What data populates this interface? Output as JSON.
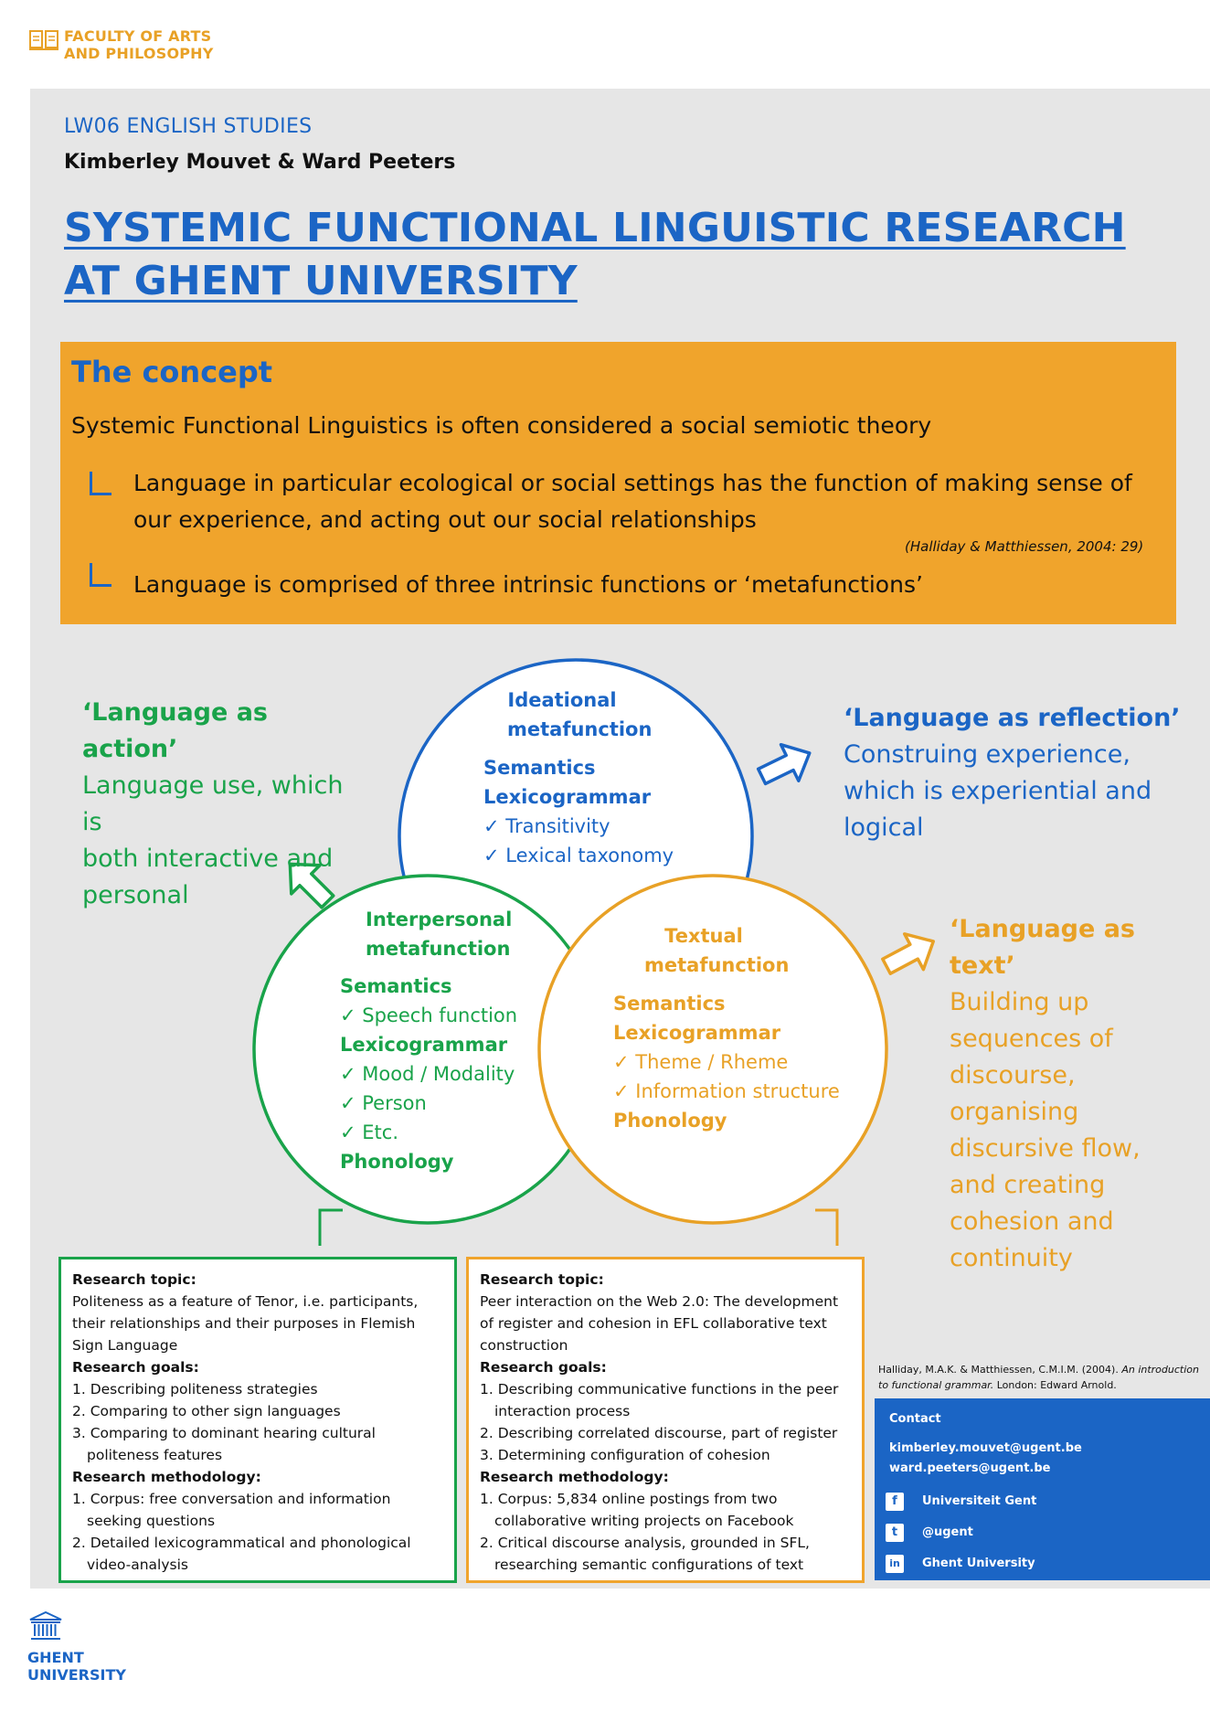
{
  "header": {
    "faculty_line1": "FACULTY OF ARTS",
    "faculty_line2": "AND PHILOSOPHY",
    "department": "LW06 ENGLISH STUDIES",
    "authors": "Kimberley Mouvet & Ward Peeters",
    "title_line1": "SYSTEMIC FUNCTIONAL LINGUISTIC RESEARCH",
    "title_line2": "AT GHENT UNIVERSITY"
  },
  "concept": {
    "title": "The concept",
    "lead": "Systemic Functional Linguistics is often considered a social semiotic theory",
    "bullet1": "Language in particular ecological or social settings has the function of making sense of our experience, and acting out our social relationships",
    "citation": "(Halliday & Matthiessen, 2004: 29)",
    "bullet2": "Language is comprised of three intrinsic functions or ‘metafunctions’"
  },
  "colors": {
    "blue": "#1b65c5",
    "green": "#19a34a",
    "orange": "#f0a42c",
    "panel": "#e6e6e6"
  },
  "ideational": {
    "title1": "Ideational",
    "title2": "metafunction",
    "semantics": "Semantics",
    "lexicogrammar": "Lexicogrammar",
    "item1": "✓ Transitivity",
    "item2": "✓ Lexical taxonomy"
  },
  "interpersonal": {
    "title1": "Interpersonal",
    "title2": "metafunction",
    "semantics": "Semantics",
    "item1": "✓ Speech function",
    "lexicogrammar": "Lexicogrammar",
    "item2": "✓ Mood / Modality",
    "item3": "✓ Person",
    "item4": "✓ Etc.",
    "phonology": "Phonology"
  },
  "textual": {
    "title1": "Textual",
    "title2": "metafunction",
    "semantics": "Semantics",
    "lexicogrammar": "Lexicogrammar",
    "item1": "✓ Theme / Rheme",
    "item2": "✓ Information structure",
    "phonology": "Phonology"
  },
  "sides": {
    "action_head": "‘Language as action’",
    "action_l1": "Language use, which is",
    "action_l2": "both interactive and",
    "action_l3": "personal",
    "reflection_head": "‘Language as reflection’",
    "reflection_l1": "Construing experience,",
    "reflection_l2": "which is experiential and",
    "reflection_l3": "logical",
    "text_head": "‘Language as text’",
    "text_l1": "Building up",
    "text_l2": "sequences of",
    "text_l3": "discourse,",
    "text_l4": "organising",
    "text_l5": "discursive flow,",
    "text_l6": "and creating",
    "text_l7": "cohesion and",
    "text_l8": "continuity"
  },
  "research_green": {
    "topic_label": "Research topic:",
    "topic": "Politeness as a feature of Tenor, i.e. participants, their relationships and their purposes in Flemish Sign Language",
    "goals_label": "Research goals:",
    "goal1": "1.  Describing politeness strategies",
    "goal2": "2.  Comparing to other sign languages",
    "goal3": "3.  Comparing to dominant hearing cultural politeness features",
    "method_label": "Research methodology:",
    "method1": "1.  Corpus: free conversation and information seeking questions",
    "method2": "2.  Detailed lexicogrammatical and phonological video-analysis"
  },
  "research_orange": {
    "topic_label": "Research topic:",
    "topic": "Peer interaction on the Web 2.0: The development of register and cohesion in EFL collaborative text construction",
    "goals_label": "Research goals:",
    "goal1": "1.  Describing communicative functions in the peer interaction process",
    "goal2": "2.  Describing correlated discourse, part of register",
    "goal3": "3.  Determining configuration of cohesion",
    "method_label": "Research methodology:",
    "method1": "1.  Corpus: 5,834 online postings from two collaborative writing projects on Facebook",
    "method2": "2.  Critical discourse analysis, grounded in SFL, researching semantic configurations of text"
  },
  "reference": {
    "authors": "Halliday, M.A.K. & Matthiessen, C.M.I.M. (2004).",
    "book": "An introduction to functional grammar.",
    "publisher": "London: Edward Arnold."
  },
  "contact": {
    "label": "Contact",
    "email1": "kimberley.mouvet@ugent.be",
    "email2": "ward.peeters@ugent.be",
    "facebook": "Universiteit Gent",
    "twitter": "@ugent",
    "linkedin": "Ghent University",
    "facebook_glyph": "f",
    "twitter_glyph": "t",
    "linkedin_glyph": "in"
  },
  "footer": {
    "logo_line1": "GHENT",
    "logo_line2": "UNIVERSITY"
  }
}
